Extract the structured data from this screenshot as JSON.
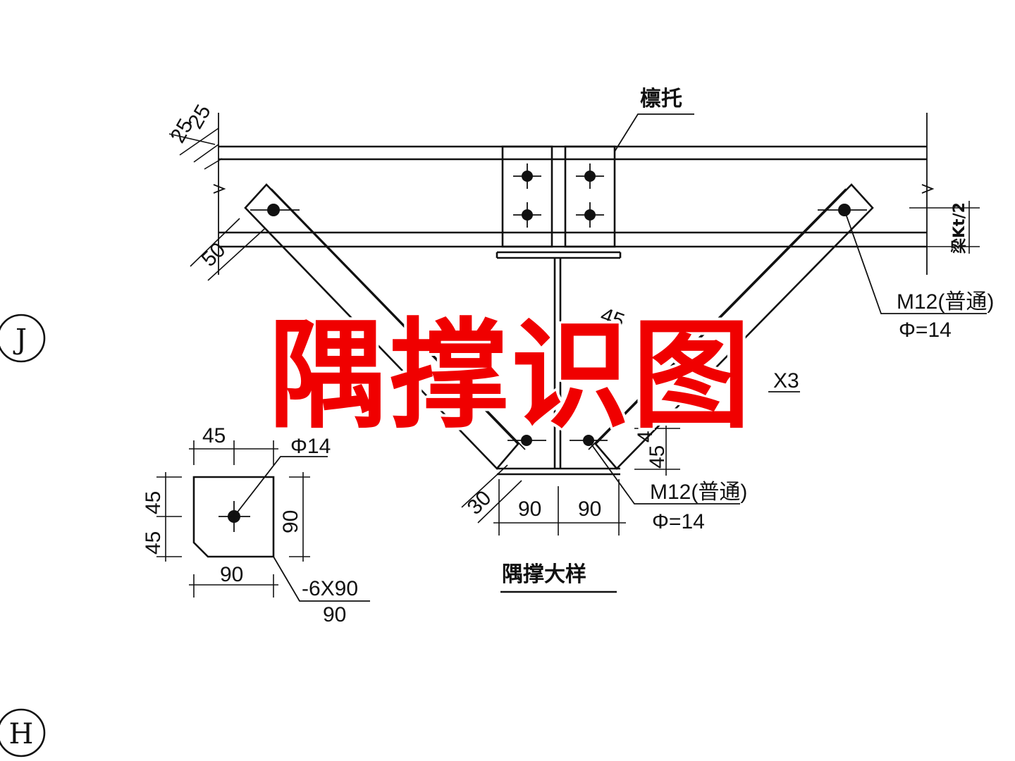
{
  "title_overlay": "隅撑识图",
  "labels": {
    "purlin_support": "檩托",
    "bolt_right": "M12(普通)",
    "bolt_right_hole": "Φ=14",
    "bolt_bottom": "M12(普通)",
    "bolt_bottom_hole": "Φ=14",
    "angle_spec_partial": "X3",
    "detail_title": "隅撑大样",
    "plate_spec": "-6X90",
    "plate_spec_sub": "90",
    "plate_hole": "Φ14",
    "beam_height_half": "梁Kt/2"
  },
  "dimensions": {
    "top_25_a": "25",
    "top_25_b": "25",
    "brace_50": "50",
    "brace_30": "30",
    "angle_45_top": "45",
    "angle_45_mid": "45",
    "angle_45_right": "45",
    "bottom_90_a": "90",
    "bottom_90_b": "90",
    "plate_45_top": "45",
    "plate_45_left_a": "45",
    "plate_45_left_b": "45",
    "plate_90_right": "90",
    "plate_90_bottom": "90"
  },
  "axes": {
    "axis_j": "J",
    "axis_h": "H"
  },
  "colors": {
    "title_red": "#f00000",
    "line": "#111111",
    "background": "#ffffff"
  }
}
